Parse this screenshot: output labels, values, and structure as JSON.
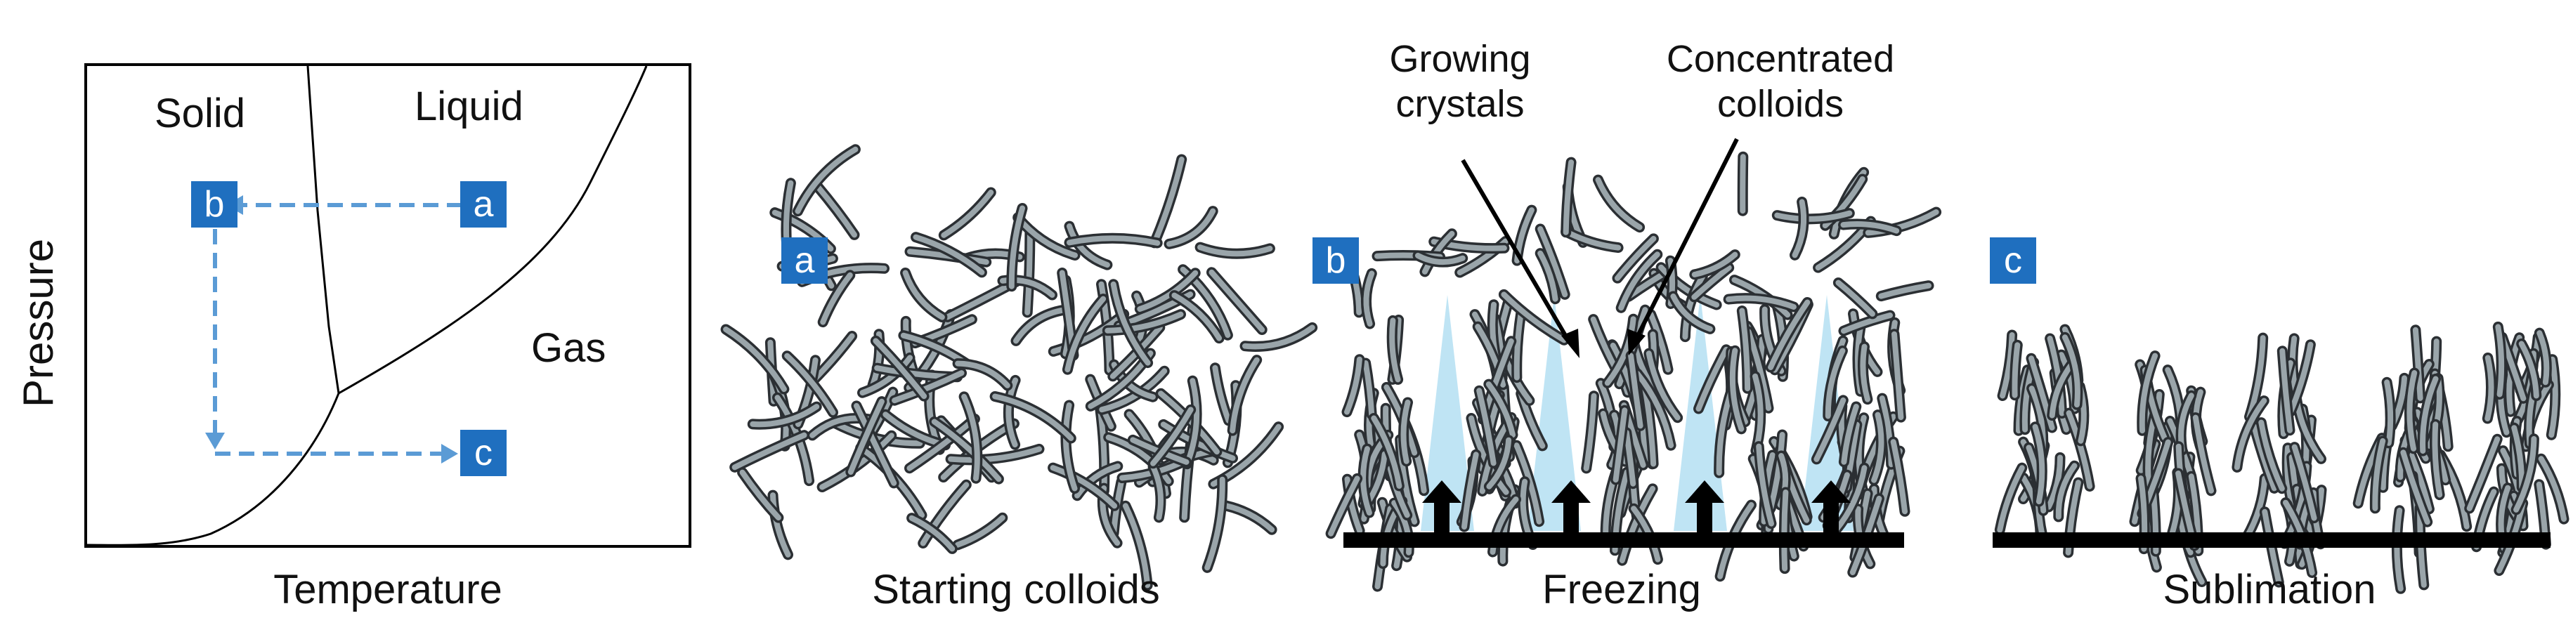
{
  "phase_diagram": {
    "axis_y": "Pressure",
    "axis_x": "Temperature",
    "regions": {
      "solid": "Solid",
      "liquid": "Liquid",
      "gas": "Gas"
    },
    "points": {
      "a": "a",
      "b": "b",
      "c": "c"
    },
    "colors": {
      "tag": "#1f6fbf",
      "path": "#5b9bd5"
    }
  },
  "panels": {
    "starting": {
      "tag": "a",
      "caption": "Starting colloids"
    },
    "freezing": {
      "tag": "b",
      "caption": "Freezing",
      "label_crystals_1": "Growing",
      "label_crystals_2": "crystals",
      "label_colloids_1": "Concentrated",
      "label_colloids_2": "colloids"
    },
    "sublimation": {
      "tag": "c",
      "caption": "Sublimation"
    }
  },
  "colors": {
    "fiber": "#9aa5aa",
    "fiber_edge": "#2b2f33",
    "ice": "#bfe4f4",
    "base": "#000000"
  }
}
